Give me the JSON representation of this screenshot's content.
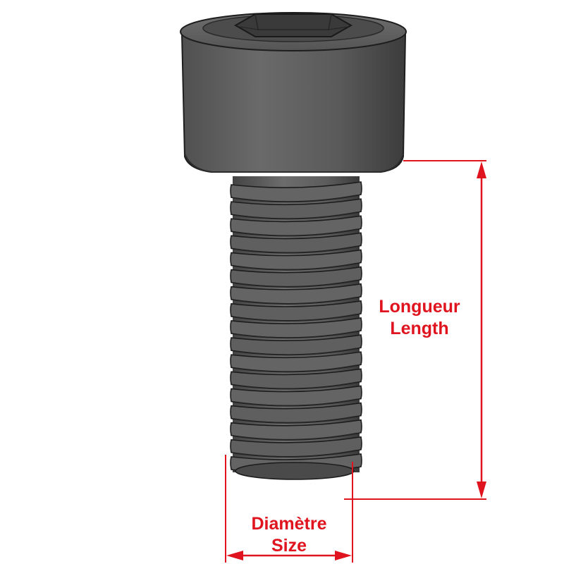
{
  "labels": {
    "length_fr": "Longueur",
    "length_en": "Length",
    "size_fr": "Diamètre",
    "size_en": "Size"
  },
  "colors": {
    "dimension": "#e0141e",
    "bolt_body": "#5e5e5e",
    "bolt_dark": "#2a2a2a",
    "bolt_light": "#7a7a7a"
  }
}
